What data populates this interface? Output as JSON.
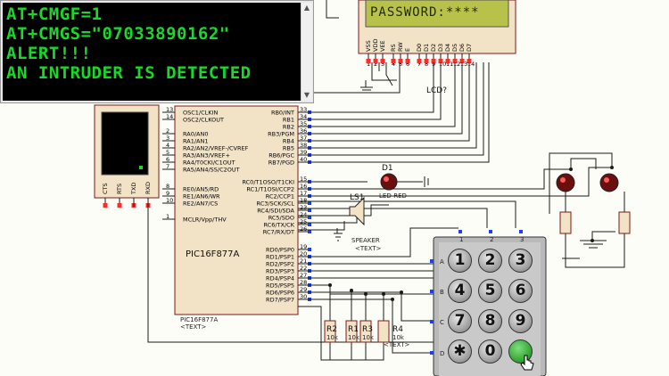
{
  "terminal": {
    "lines": [
      "AT+CMGF=1",
      "AT+CMGS=\"07033890162\"",
      "ALERT!!!",
      "AN INTRUDER IS DETECTED"
    ]
  },
  "lcd": {
    "display_text": "PASSWORD:****",
    "label": "LCD?",
    "pins": [
      "VSS",
      "VDD",
      "VEE",
      "RS",
      "RW",
      "E",
      "D0",
      "D1",
      "D2",
      "D3",
      "D4",
      "D5",
      "D6",
      "D7"
    ],
    "pin_numbers": [
      "1",
      "2",
      "3",
      "4",
      "5",
      "6",
      "7",
      "8",
      "9",
      "10",
      "11",
      "12",
      "13",
      "14"
    ]
  },
  "mcu": {
    "name": "PIC16F877A",
    "part_label": "PIC16F877A",
    "text_tag": "<TEXT>",
    "left_pins": [
      {
        "num": "13",
        "name": "OSC1/CLKIN"
      },
      {
        "num": "14",
        "name": "OSC2/CLKOUT"
      },
      {
        "num": "2",
        "name": "RA0/AN0"
      },
      {
        "num": "3",
        "name": "RA1/AN1"
      },
      {
        "num": "4",
        "name": "RA2/AN2/VREF-/CVREF"
      },
      {
        "num": "5",
        "name": "RA3/AN3/VREF+"
      },
      {
        "num": "6",
        "name": "RA4/T0CKI/C1OUT"
      },
      {
        "num": "7",
        "name": "RA5/AN4/SS/C2OUT"
      },
      {
        "num": "8",
        "name": "RE0/AN5/RD"
      },
      {
        "num": "9",
        "name": "RE1/AN6/WR"
      },
      {
        "num": "10",
        "name": "RE2/AN7/CS"
      },
      {
        "num": "1",
        "name": "MCLR/Vpp/THV"
      }
    ],
    "right_pins": [
      {
        "num": "33",
        "name": "RB0/INT"
      },
      {
        "num": "34",
        "name": "RB1"
      },
      {
        "num": "35",
        "name": "RB2"
      },
      {
        "num": "36",
        "name": "RB3/PGM"
      },
      {
        "num": "37",
        "name": "RB4"
      },
      {
        "num": "38",
        "name": "RB5"
      },
      {
        "num": "39",
        "name": "RB6/PGC"
      },
      {
        "num": "40",
        "name": "RB7/PGD"
      },
      {
        "num": "15",
        "name": "RC0/T1OSO/T1CKI"
      },
      {
        "num": "16",
        "name": "RC1/T1OSI/CCP2"
      },
      {
        "num": "17",
        "name": "RC2/CCP1"
      },
      {
        "num": "18",
        "name": "RC3/SCK/SCL"
      },
      {
        "num": "23",
        "name": "RC4/SDI/SDA"
      },
      {
        "num": "24",
        "name": "RC5/SDO"
      },
      {
        "num": "25",
        "name": "RC6/TX/CK"
      },
      {
        "num": "26",
        "name": "RC7/RX/DT"
      },
      {
        "num": "19",
        "name": "RD0/PSP0"
      },
      {
        "num": "20",
        "name": "RD1/PSP1"
      },
      {
        "num": "21",
        "name": "RD2/PSP2"
      },
      {
        "num": "22",
        "name": "RD3/PSP3"
      },
      {
        "num": "27",
        "name": "RD4/PSP4"
      },
      {
        "num": "28",
        "name": "RD5/PSP5"
      },
      {
        "num": "29",
        "name": "RD6/PSP6"
      },
      {
        "num": "30",
        "name": "RD7/PSP7"
      }
    ]
  },
  "virtual_terminal": {
    "pins": [
      "CTS",
      "RTS",
      "TXD",
      "RXD"
    ]
  },
  "led": {
    "ref": "D1",
    "name": "LED-RED"
  },
  "speaker": {
    "ref": "LS1",
    "name": "SPEAKER",
    "text_tag": "<TEXT>"
  },
  "resistors": [
    {
      "ref": "R2",
      "value": "10k"
    },
    {
      "ref": "R1",
      "value": "10k"
    },
    {
      "ref": "R3",
      "value": "10k"
    },
    {
      "ref": "R4",
      "value": "10k"
    }
  ],
  "resistor_text_tag": "<TEXT>",
  "keypad": {
    "col_labels": [
      "1",
      "2",
      "3"
    ],
    "row_labels": [
      "A",
      "B",
      "C",
      "D"
    ],
    "keys": [
      "1",
      "2",
      "3",
      "4",
      "5",
      "6",
      "7",
      "8",
      "9",
      "✱",
      "0",
      ""
    ]
  },
  "colors": {
    "terminal_text": "#16d92a",
    "lcd_bg": "#b8c24a",
    "wire": "#1a1a1a",
    "pin_marker": "#1c3dff",
    "pin_dot": "#ff2a2a",
    "chip_fill": "#f2e3c7"
  }
}
